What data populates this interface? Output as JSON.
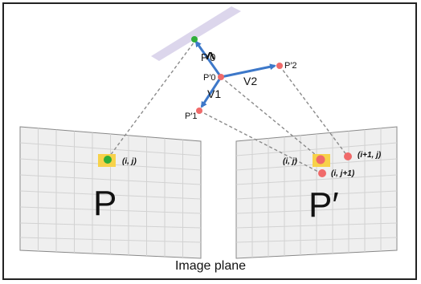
{
  "labels": {
    "left_plane_letter": "P",
    "right_plane_letter": "P′",
    "caption": "Image plane",
    "pixel_ij_left": "(i, j)",
    "pixel_ij_right": "(i, j)",
    "pixel_i1j": "(i+1, j)",
    "pixel_ij1": "(i, j+1)",
    "point_p0": "P′0",
    "point_p1": "P′1",
    "point_p2": "P′2",
    "normal_label": "P′0",
    "normal_hat": "^",
    "vector_v1": "V1",
    "vector_v2": "V2"
  },
  "colors": {
    "frame": "#222222",
    "plane_fill": "#efefef",
    "plane_grid": "#d2d2d2",
    "plane_border": "#888888",
    "highlight": "#f7d24a",
    "green_point": "#2fae3a",
    "red_point": "#f06a6a",
    "vector": "#3d78c9",
    "dashed": "#8a8a8a",
    "tangent_plane": "#d8d2ea"
  }
}
